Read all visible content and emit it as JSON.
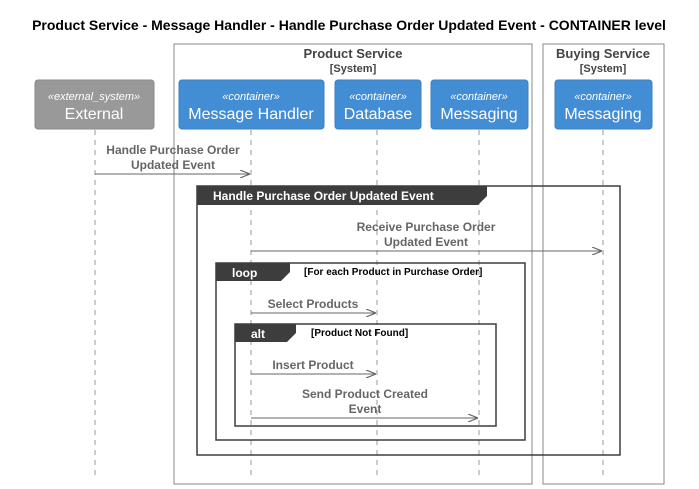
{
  "title": "Product Service - Message Handler - Handle Purchase Order Updated Event - CONTAINER level",
  "boundaries": {
    "product_service": {
      "name": "Product Service",
      "type": "[System]"
    },
    "buying_service": {
      "name": "Buying Service",
      "type": "[System]"
    }
  },
  "participants": {
    "external": {
      "stereotype": "«external_system»",
      "name": "External",
      "color": "#999999"
    },
    "message_handler": {
      "stereotype": "«container»",
      "name": "Message Handler",
      "color": "#438dd5"
    },
    "database": {
      "stereotype": "«container»",
      "name": "Database",
      "color": "#438dd5"
    },
    "ps_messaging": {
      "stereotype": "«container»",
      "name": "Messaging",
      "color": "#438dd5"
    },
    "bs_messaging": {
      "stereotype": "«container»",
      "name": "Messaging",
      "color": "#438dd5"
    }
  },
  "messages": {
    "m1": [
      "Handle Purchase Order",
      "Updated Event"
    ],
    "m2": [
      "Receive Purchase Order",
      "Updated Event"
    ],
    "m3": [
      "Select Products"
    ],
    "m4": [
      "Insert Product"
    ],
    "m5": [
      "Send Product Created",
      "Event"
    ]
  },
  "frames": {
    "group": {
      "title": "Handle Purchase Order Updated Event"
    },
    "loop": {
      "keyword": "loop",
      "guard": "[For each Product in Purchase Order]"
    },
    "alt": {
      "keyword": "alt",
      "guard": "[Product Not Found]"
    }
  },
  "colors": {
    "frame_header": "#3d3d3d",
    "arrow": "#666666",
    "boundary_line": "#888888"
  }
}
